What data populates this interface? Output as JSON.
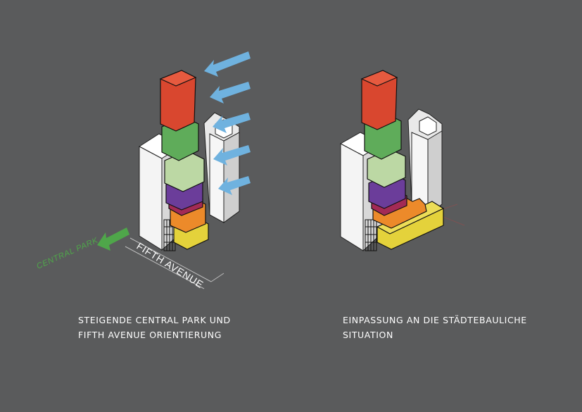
{
  "colors": {
    "background": "#5a5b5c",
    "outline": "#111111",
    "arrow_wind": "#6fb2df",
    "arrow_park": "#4fa64a",
    "building_white": "#f3f3f3",
    "building_grey": "#d6d6d6",
    "red": "#d9472f",
    "green_dark": "#5fac5a",
    "green_light": "#bcd8a4",
    "purple": "#6b3d9a",
    "magenta": "#a32a55",
    "orange": "#ec8a2a",
    "yellow": "#e4d23b"
  },
  "labels": {
    "central_park": "CENTRAL PARK",
    "fifth_avenue": "FIFTH AVENUE"
  },
  "captions": {
    "left": {
      "line1": "STEIGENDE CENTRAL PARK UND",
      "line2": "FIFTH AVENUE ORIENTIERUNG"
    },
    "right": {
      "line1": "EINPASSUNG AN DIE STÄDTEBAULICHE",
      "line2": "SITUATION"
    }
  },
  "icons": {
    "wind_arrows": "arrow-left-icon",
    "park_arrow": "arrow-left-icon"
  }
}
